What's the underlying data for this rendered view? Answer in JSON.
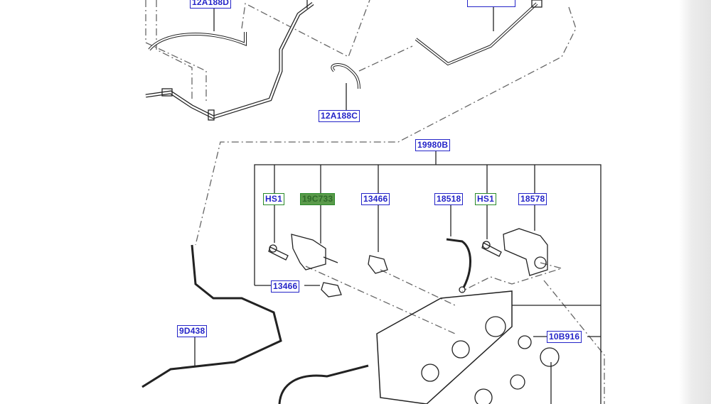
{
  "diagram": {
    "labels": {
      "l12A188D": "12A188D",
      "l12A188C": "12A188C",
      "l19980B": "19980B",
      "hs1_a": "HS1",
      "l19C733": "19C733",
      "l13466_a": "13466",
      "l18518": "18518",
      "hs1_b": "HS1",
      "l18578": "18578",
      "l13466_b": "13466",
      "l9D438": "9D438",
      "l10B916": "10B916"
    },
    "colors": {
      "label_blue": "#2424c8",
      "label_green": "#2a8a2a",
      "line": "#222222"
    }
  }
}
